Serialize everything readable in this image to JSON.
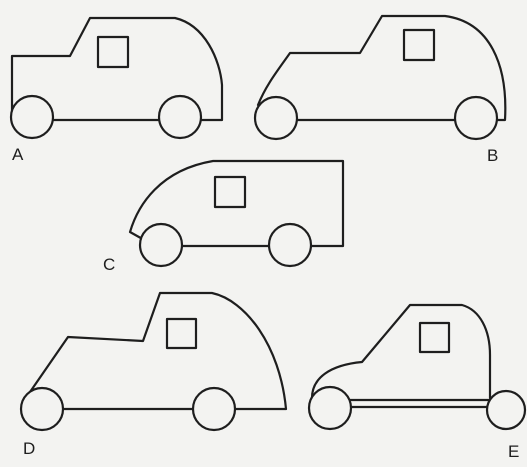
{
  "figure": {
    "labels": [
      "A",
      "B",
      "C",
      "D",
      "E"
    ]
  }
}
